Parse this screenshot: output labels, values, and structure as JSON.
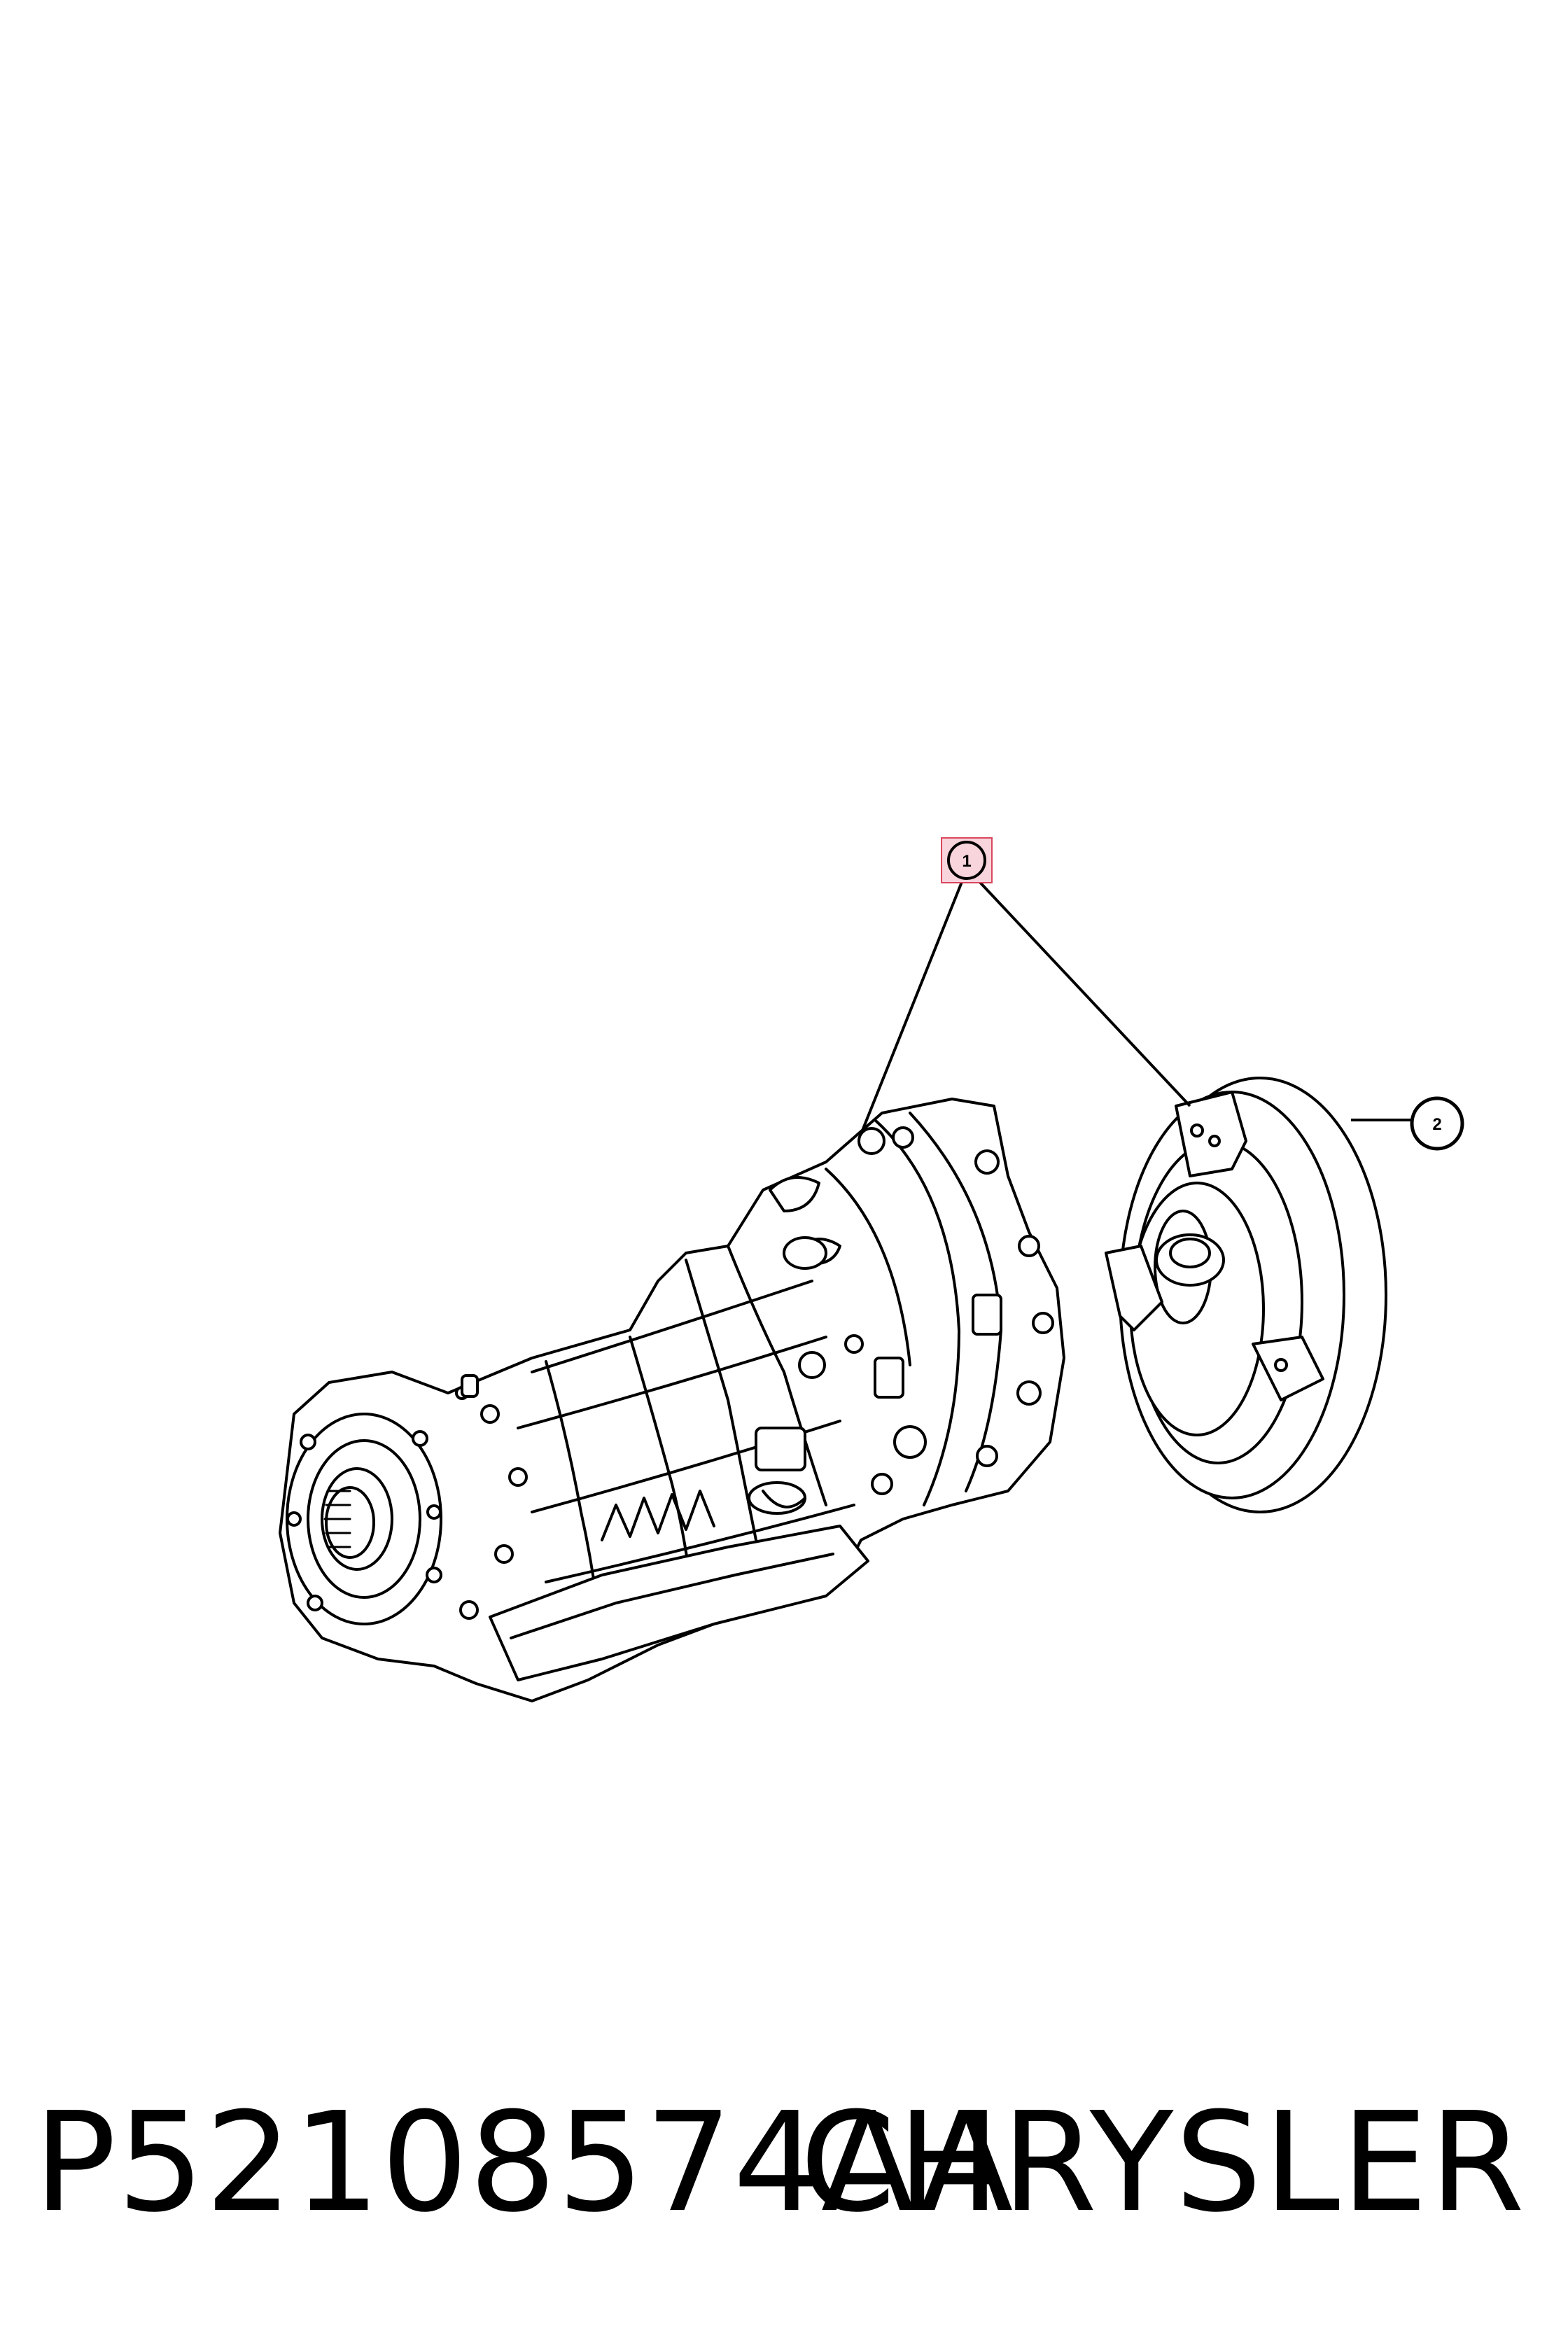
{
  "callouts": [
    {
      "label": "1",
      "highlighted": true
    },
    {
      "label": "2",
      "highlighted": false
    }
  ],
  "footer": {
    "part_number": "P52108574AA",
    "brand": "CHRYSLER"
  },
  "colors": {
    "line": "#000000",
    "highlight_fill": "#f8d4dc",
    "highlight_stroke": "#d9475e"
  }
}
